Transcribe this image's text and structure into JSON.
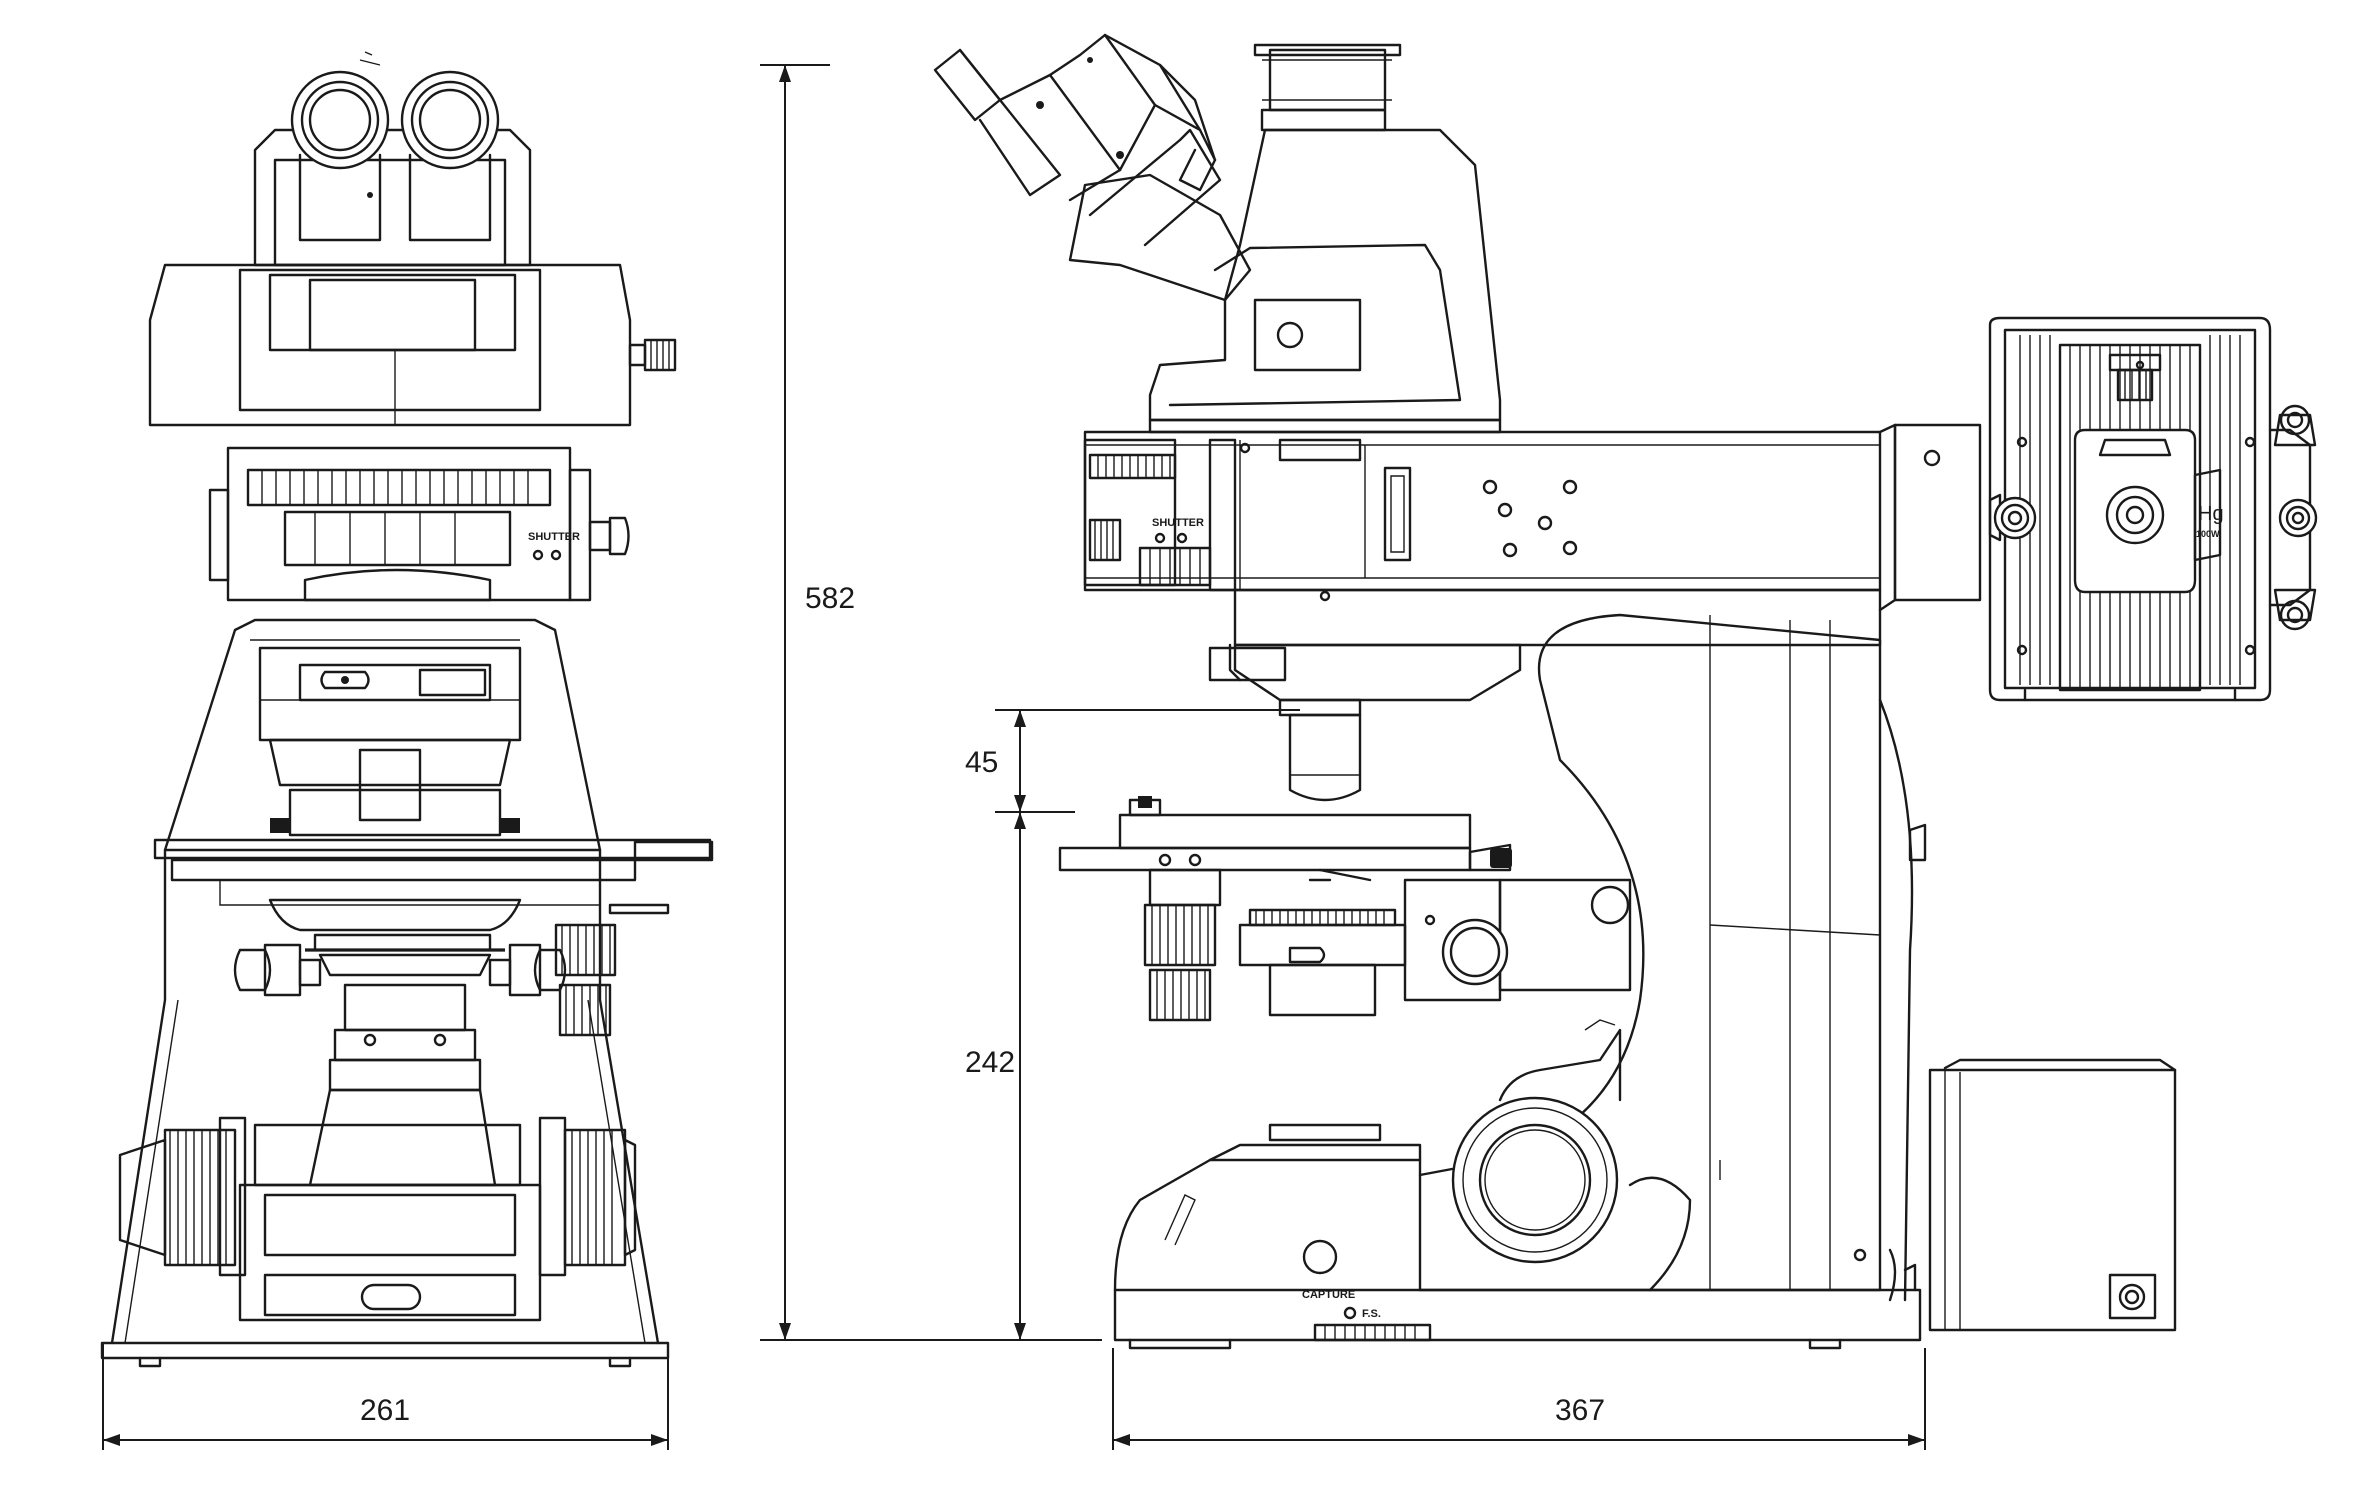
{
  "dimensions": {
    "front_width": "261",
    "total_height": "582",
    "stage_gap": "45",
    "stage_height": "242",
    "side_depth": "367"
  },
  "labels": {
    "shutter_front": "SHUTTER",
    "shutter_side": "SHUTTER",
    "lamp_type": "Hg",
    "lamp_power": "100W",
    "capture": "CAPTURE",
    "field_stop": "F.S."
  },
  "colors": {
    "line": "#1a1a1a",
    "background": "#ffffff"
  }
}
